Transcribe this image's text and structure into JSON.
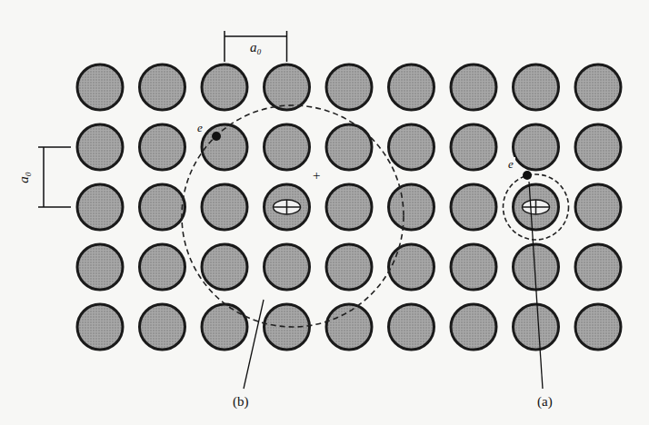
{
  "diagram": {
    "labels": [
      "a₀",
      "a₀",
      "e",
      "+",
      "e",
      "(b)",
      "(a)"
    ]
  }
}
